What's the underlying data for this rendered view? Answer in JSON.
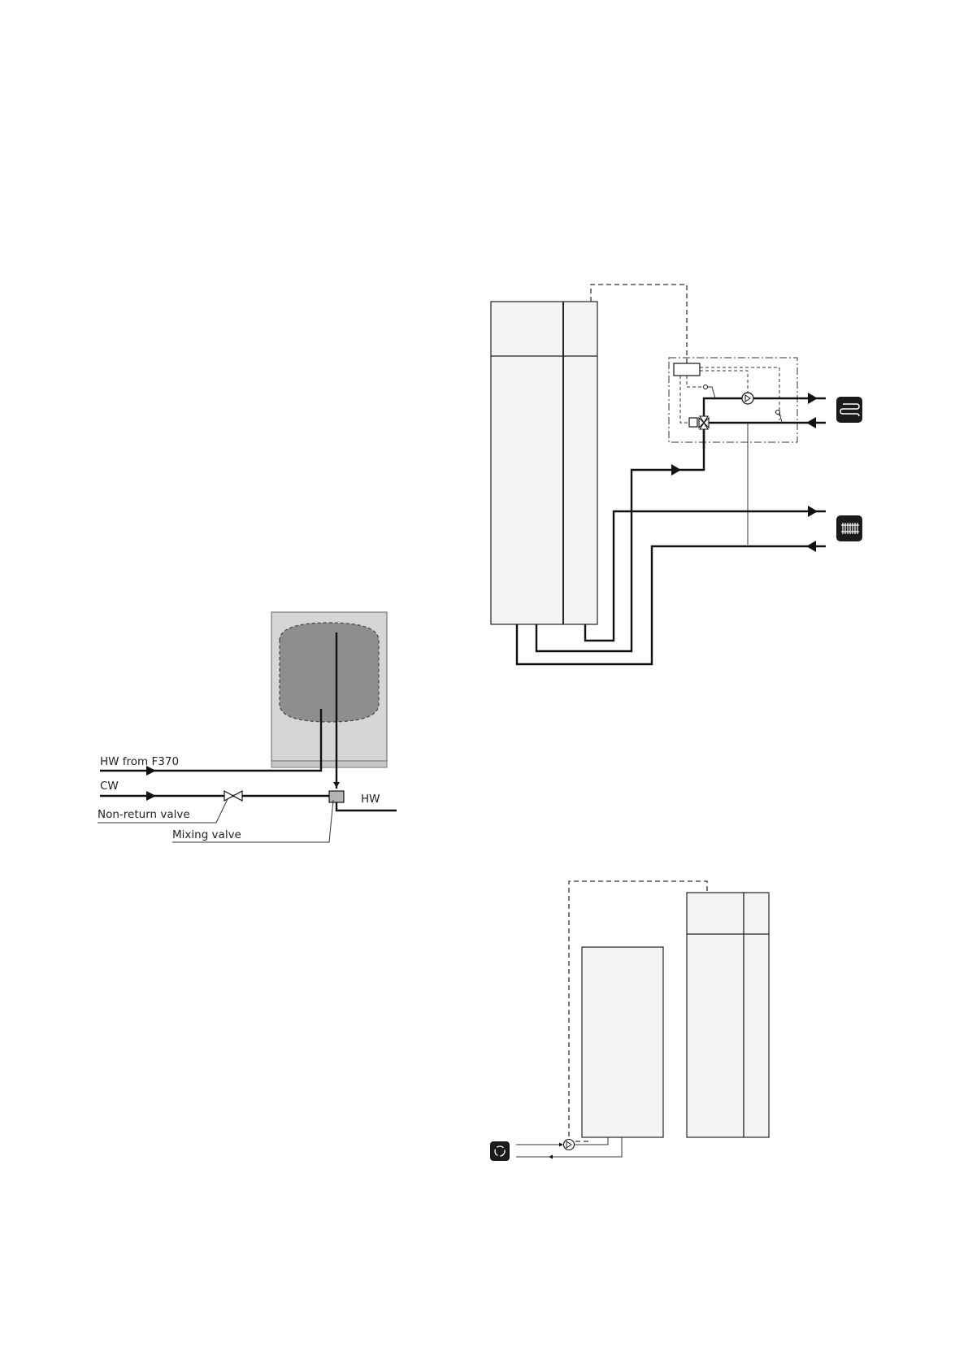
{
  "diagram_1": {
    "labels": {
      "hw_from": "HW from F370",
      "cw": "CW",
      "hw": "HW",
      "non_return_valve": "Non-return valve",
      "mixing_valve": "Mixing valve"
    }
  },
  "icons": {
    "underfloor": "underfloor-heating-icon",
    "radiator": "radiator-icon",
    "circulation": "circulation-icon"
  }
}
